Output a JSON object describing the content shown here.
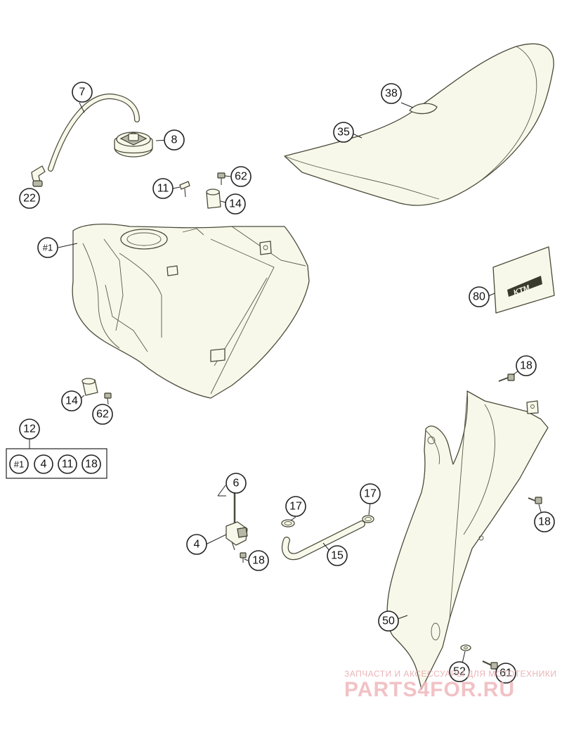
{
  "callouts": {
    "c7": "7",
    "c8": "8",
    "c22": "22",
    "c11a": "11",
    "c62a": "62",
    "c14a": "14",
    "c38": "38",
    "c35": "35",
    "c1": "#1",
    "c80": "80",
    "c14b": "14",
    "c62b": "62",
    "c18a": "18",
    "c12": "12",
    "kit_1": "#1",
    "kit_4": "4",
    "kit_11": "11",
    "kit_18": "18",
    "c6": "6",
    "c4": "4",
    "c18b": "18",
    "c17a": "17",
    "c17b": "17",
    "c15": "15",
    "c18c": "18",
    "c50": "50",
    "c52": "52",
    "c61": "61"
  },
  "logo": {
    "text": "KTM"
  },
  "watermark": {
    "line1": "ЗАПЧАСТИ И АКСЕССУАРЫ ДЛЯ МОТОТЕХНИКИ",
    "line2": "PARTS4FOR.RU"
  },
  "colors": {
    "part_fill": "#f8f8ea",
    "part_stroke": "#4a4a3a",
    "watermark": "#efb8bc"
  }
}
